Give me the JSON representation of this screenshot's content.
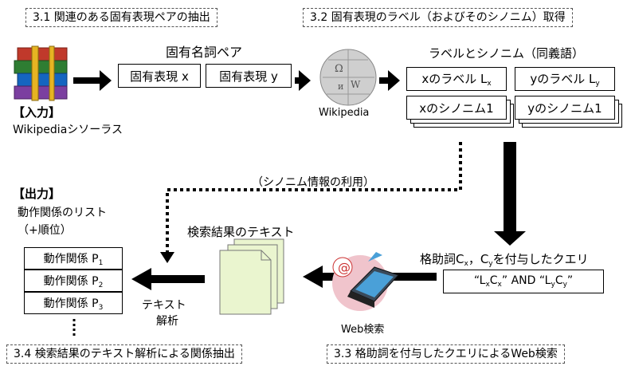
{
  "sections": {
    "s31": "3.1 関連のある固有表現ペアの抽出",
    "s32": "3.2 固有表現のラベル（およびそのシノニム）取得",
    "s33": "3.3 格助詞を付与したクエリによるWeb検索",
    "s34": "3.4 検索結果のテキスト解析による関係抽出"
  },
  "input": {
    "title": "【入力】",
    "subtitle": "Wikipediaシソーラス"
  },
  "pair": {
    "title": "固有名詞ペア",
    "x": "固有表現 x",
    "y": "固有表現 y"
  },
  "wikipedia": {
    "label": "Wikipedia"
  },
  "labels": {
    "title": "ラベルとシノニム（同義語）",
    "x_label": "xのラベル L",
    "x_label_sub": "x",
    "y_label": "yのラベル L",
    "y_label_sub": "y",
    "x_syn": "xのシノニム1",
    "y_syn": "yのシノニム1"
  },
  "synonym_note": "（シノニム情報の利用）",
  "query": {
    "title_a": "格助詞C",
    "title_sub1": "x",
    "title_b": "，C",
    "title_sub2": "y",
    "title_c": "を付与したクエリ",
    "q1": "“L",
    "q1_sub1": "x",
    "q2": "C",
    "q2_sub2": "x",
    "q3": "” AND “L",
    "q3_sub3": "y",
    "q4": "C",
    "q4_sub4": "y",
    "q5": "”"
  },
  "web": {
    "label": "Web検索"
  },
  "results": {
    "title": "検索結果のテキスト"
  },
  "analysis": {
    "line1": "テキスト",
    "line2": "解析"
  },
  "output": {
    "title": "【出力】",
    "line1": "動作関係のリスト",
    "line2": "（+順位）",
    "items": [
      {
        "label": "動作関係 P",
        "sub": "1"
      },
      {
        "label": "動作関係 P",
        "sub": "2"
      },
      {
        "label": "動作関係 P",
        "sub": "3"
      }
    ]
  },
  "colors": {
    "paper": "#eaf5cf",
    "paper_border": "#777777",
    "globe": "#cfcfcf",
    "web_bg": "#f0c4cc"
  }
}
